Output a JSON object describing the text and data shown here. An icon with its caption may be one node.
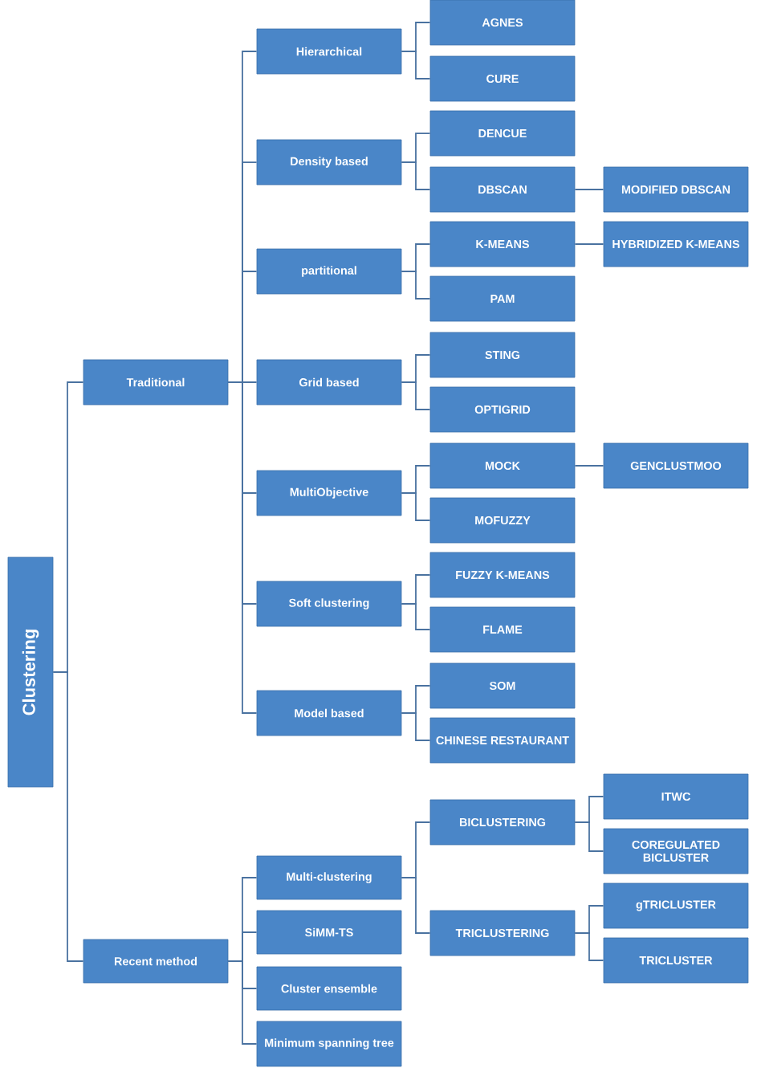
{
  "diagram": {
    "nodes": [
      {
        "text": [
          "Clustering"
        ]
      },
      {
        "text": [
          "Traditional"
        ]
      },
      {
        "text": [
          "Recent method"
        ]
      },
      {
        "text": [
          "Hierarchical"
        ]
      },
      {
        "text": [
          "Density based"
        ]
      },
      {
        "text": [
          "partitional"
        ]
      },
      {
        "text": [
          "Grid based"
        ]
      },
      {
        "text": [
          "MultiObjective"
        ]
      },
      {
        "text": [
          "Soft clustering"
        ]
      },
      {
        "text": [
          "Model based"
        ]
      },
      {
        "text": [
          "AGNES"
        ]
      },
      {
        "text": [
          "CURE"
        ]
      },
      {
        "text": [
          "DENCUE"
        ]
      },
      {
        "text": [
          "DBSCAN"
        ]
      },
      {
        "text": [
          "MODIFIED DBSCAN"
        ]
      },
      {
        "text": [
          "K-MEANS"
        ]
      },
      {
        "text": [
          "HYBRIDIZED K-MEANS"
        ]
      },
      {
        "text": [
          "PAM"
        ]
      },
      {
        "text": [
          "STING"
        ]
      },
      {
        "text": [
          "OPTIGRID"
        ]
      },
      {
        "text": [
          "MOCK"
        ]
      },
      {
        "text": [
          "GENCLUSTMOO"
        ]
      },
      {
        "text": [
          "MOFUZZY"
        ]
      },
      {
        "text": [
          "FUZZY K-MEANS"
        ]
      },
      {
        "text": [
          "FLAME"
        ]
      },
      {
        "text": [
          "SOM"
        ]
      },
      {
        "text": [
          "CHINESE RESTAURANT"
        ]
      },
      {
        "text": [
          "Multi-clustering"
        ]
      },
      {
        "text": [
          "SiMM-TS"
        ]
      },
      {
        "text": [
          "Cluster ensemble"
        ]
      },
      {
        "text": [
          "Minimum spanning tree"
        ]
      },
      {
        "text": [
          "BICLUSTERING"
        ]
      },
      {
        "text": [
          "TRICLUSTERING"
        ]
      },
      {
        "text": [
          "ITWC"
        ]
      },
      {
        "text": [
          "COREGULATED BICLUSTER"
        ]
      },
      {
        "text": [
          "gTRICLUSTER"
        ]
      },
      {
        "text": [
          "TRICLUSTER"
        ]
      }
    ],
    "edges": [
      {
        "from": 0,
        "to": 1,
        "arrow": "none"
      },
      {
        "from": 0,
        "to": 2,
        "arrow": "none"
      },
      {
        "from": 1,
        "to": 3,
        "arrow": "none"
      },
      {
        "from": 1,
        "to": 4,
        "arrow": "none"
      },
      {
        "from": 1,
        "to": 5,
        "arrow": "none"
      },
      {
        "from": 1,
        "to": 6,
        "arrow": "none"
      },
      {
        "from": 1,
        "to": 7,
        "arrow": "none"
      },
      {
        "from": 1,
        "to": 8,
        "arrow": "none"
      },
      {
        "from": 1,
        "to": 9,
        "arrow": "none"
      },
      {
        "from": 3,
        "to": 10,
        "arrow": "none"
      },
      {
        "from": 3,
        "to": 11,
        "arrow": "none"
      },
      {
        "from": 4,
        "to": 12,
        "arrow": "none"
      },
      {
        "from": 4,
        "to": 13,
        "arrow": "none"
      },
      {
        "from": 13,
        "to": 14,
        "arrow": "none"
      },
      {
        "from": 5,
        "to": 15,
        "arrow": "none"
      },
      {
        "from": 5,
        "to": 17,
        "arrow": "none"
      },
      {
        "from": 15,
        "to": 16,
        "arrow": "none"
      },
      {
        "from": 6,
        "to": 18,
        "arrow": "none"
      },
      {
        "from": 6,
        "to": 19,
        "arrow": "none"
      },
      {
        "from": 7,
        "to": 20,
        "arrow": "none"
      },
      {
        "from": 7,
        "to": 22,
        "arrow": "none"
      },
      {
        "from": 20,
        "to": 21,
        "arrow": "none"
      },
      {
        "from": 8,
        "to": 23,
        "arrow": "none"
      },
      {
        "from": 8,
        "to": 24,
        "arrow": "none"
      },
      {
        "from": 9,
        "to": 25,
        "arrow": "none"
      },
      {
        "from": 9,
        "to": 26,
        "arrow": "none"
      },
      {
        "from": 2,
        "to": 27,
        "arrow": "none"
      },
      {
        "from": 2,
        "to": 28,
        "arrow": "none"
      },
      {
        "from": 2,
        "to": 29,
        "arrow": "none"
      },
      {
        "from": 2,
        "to": 30,
        "arrow": "none"
      },
      {
        "from": 27,
        "to": 31,
        "arrow": "none"
      },
      {
        "from": 27,
        "to": 32,
        "arrow": "none"
      },
      {
        "from": 31,
        "to": 33,
        "arrow": "none"
      },
      {
        "from": 31,
        "to": 34,
        "arrow": "none"
      },
      {
        "from": 32,
        "to": 35,
        "arrow": "none"
      },
      {
        "from": 32,
        "to": 36,
        "arrow": "none"
      }
    ]
  }
}
